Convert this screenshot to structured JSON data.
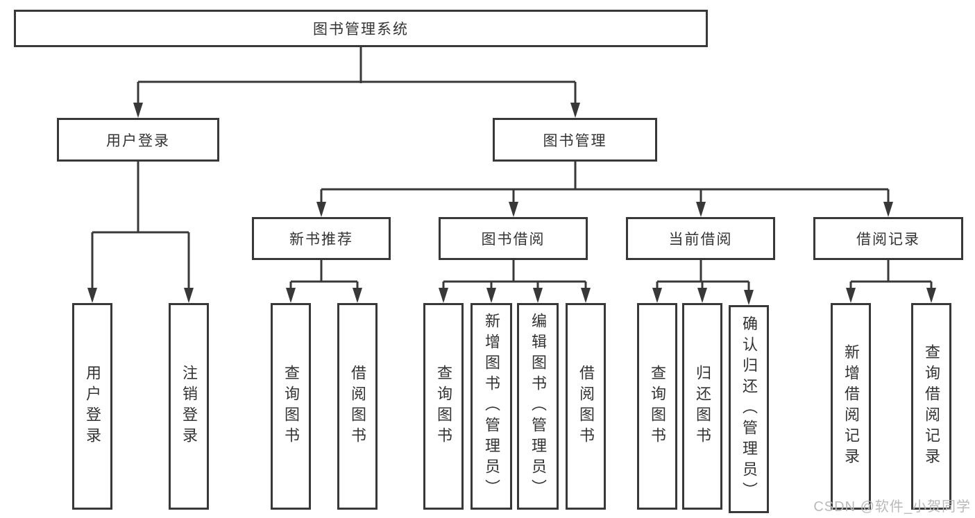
{
  "diagram_title": "图书管理系统",
  "tree": {
    "root": "图书管理系统",
    "branches": [
      {
        "label": "用户登录",
        "leaves": [
          "用户登录",
          "注销登录"
        ]
      },
      {
        "label": "图书管理",
        "groups": [
          {
            "label": "新书推荐",
            "leaves": [
              "查询图书",
              "借阅图书"
            ]
          },
          {
            "label": "图书借阅",
            "leaves": [
              "查询图书",
              "新增图书（管理员）",
              "编辑图书（管理员）",
              "借阅图书"
            ]
          },
          {
            "label": "当前借阅",
            "leaves": [
              "查询图书",
              "归还图书",
              "确认归还（管理员）"
            ]
          },
          {
            "label": "借阅记录",
            "leaves": [
              "新增借阅记录",
              "查询借阅记录"
            ]
          }
        ]
      }
    ]
  },
  "watermark": {
    "text": "CSDN @软件_小贺同学"
  },
  "colors": {
    "line": "#383838",
    "box_border": "#383838",
    "text": "#333333",
    "watermark": "#b9b9b9",
    "background": "#ffffff"
  }
}
